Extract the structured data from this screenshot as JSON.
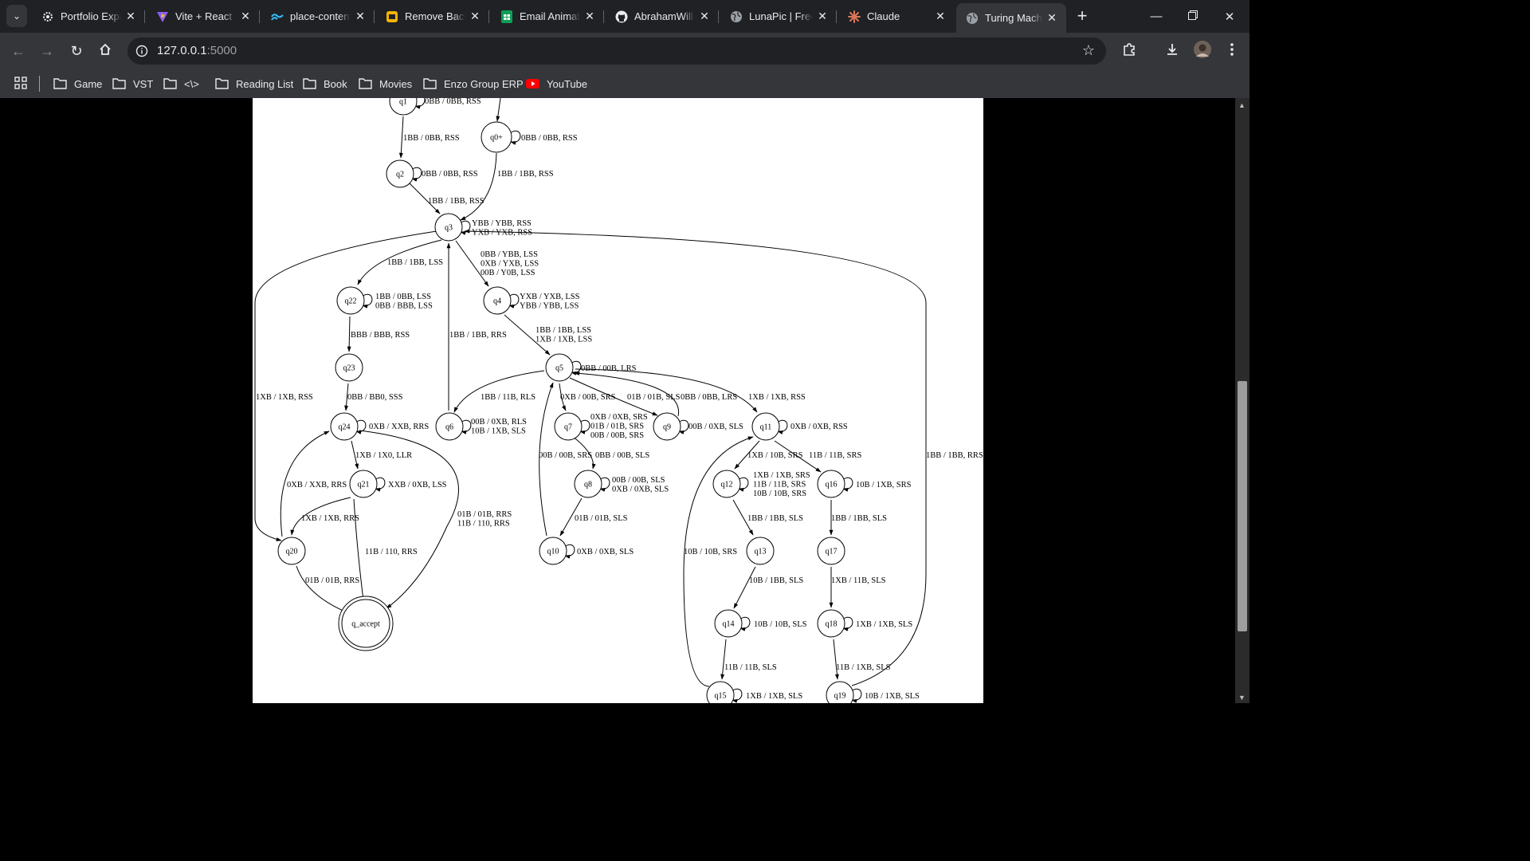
{
  "tabs": [
    {
      "title": "Portfolio Expe",
      "icon": "gear-icon",
      "active": false
    },
    {
      "title": "Vite + React",
      "icon": "vite-icon",
      "active": false
    },
    {
      "title": "place-content",
      "icon": "tailwind-icon",
      "active": false
    },
    {
      "title": "Remove Back",
      "icon": "remove-bg-icon",
      "active": false
    },
    {
      "title": "Email Animat",
      "icon": "sheets-icon",
      "active": false
    },
    {
      "title": "AbrahamWill",
      "icon": "github-icon",
      "active": false
    },
    {
      "title": "LunaPic | Free",
      "icon": "globe-icon",
      "active": false
    },
    {
      "title": "Claude",
      "icon": "claude-icon",
      "active": false
    },
    {
      "title": "Turing Machi",
      "icon": "globe-icon",
      "active": true
    }
  ],
  "address": {
    "host": "127.0.0.1",
    "port": ":5000"
  },
  "bookmarks": [
    "Game",
    "VST",
    "<\\>",
    "Reading List",
    "Book",
    "Movies",
    "Enzo Group ERP",
    "YouTube"
  ],
  "diagram": {
    "states": [
      {
        "id": "q1",
        "label": "q1"
      },
      {
        "id": "q0",
        "label": "q0+"
      },
      {
        "id": "q2",
        "label": "q2"
      },
      {
        "id": "q3",
        "label": "q3"
      },
      {
        "id": "q22",
        "label": "q22"
      },
      {
        "id": "q4",
        "label": "q4"
      },
      {
        "id": "q23",
        "label": "q23"
      },
      {
        "id": "q5",
        "label": "q5"
      },
      {
        "id": "q24",
        "label": "q24"
      },
      {
        "id": "q6",
        "label": "q6"
      },
      {
        "id": "q7",
        "label": "q7"
      },
      {
        "id": "q9",
        "label": "q9"
      },
      {
        "id": "q11",
        "label": "q11"
      },
      {
        "id": "q21",
        "label": "q21"
      },
      {
        "id": "q8",
        "label": "q8"
      },
      {
        "id": "q12",
        "label": "q12"
      },
      {
        "id": "q16",
        "label": "q16"
      },
      {
        "id": "q20",
        "label": "q20"
      },
      {
        "id": "q10",
        "label": "q10"
      },
      {
        "id": "q13",
        "label": "q13"
      },
      {
        "id": "q17",
        "label": "q17"
      },
      {
        "id": "q_accept",
        "label": "q_accept"
      },
      {
        "id": "q14",
        "label": "q14"
      },
      {
        "id": "q18",
        "label": "q18"
      },
      {
        "id": "q15",
        "label": "q15"
      },
      {
        "id": "q19",
        "label": "q19"
      }
    ],
    "edge_labels": [
      {
        "id": "q1-self",
        "lines": [
          "0BB / 0BB, RSS"
        ]
      },
      {
        "id": "q1-q2",
        "lines": [
          "1BB / 0BB, RSS"
        ]
      },
      {
        "id": "q0-self",
        "lines": [
          "0BB / 0BB, RSS"
        ]
      },
      {
        "id": "q0-q3",
        "lines": [
          "1BB / 1BB, RSS"
        ]
      },
      {
        "id": "q2-self",
        "lines": [
          "0BB / 0BB, RSS"
        ]
      },
      {
        "id": "q2-q3",
        "lines": [
          "1BB / 1BB, RSS"
        ]
      },
      {
        "id": "q3-self",
        "lines": [
          "YBB / YBB, RSS",
          "YXB / YXB, RSS"
        ]
      },
      {
        "id": "q3-q22",
        "lines": [
          "1BB / 1BB, LSS"
        ]
      },
      {
        "id": "q3-q4",
        "lines": [
          "0BB / YBB, LSS",
          "0XB / YXB, LSS",
          "00B / Y0B, LSS"
        ]
      },
      {
        "id": "q22-self",
        "lines": [
          "1BB / 0BB, LSS",
          "0BB / BBB, LSS"
        ]
      },
      {
        "id": "q4-self",
        "lines": [
          "YXB / YXB, LSS",
          "YBB / YBB, LSS"
        ]
      },
      {
        "id": "q22-q23",
        "lines": [
          "BBB / BBB, RSS"
        ]
      },
      {
        "id": "q6-q3",
        "lines": [
          "1BB / 1BB, RRS"
        ]
      },
      {
        "id": "q4-q5",
        "lines": [
          "1BB / 1BB, LSS",
          "1XB / 1XB, LSS"
        ]
      },
      {
        "id": "q5-self",
        "lines": [
          "0BB / 00B, LRS"
        ]
      },
      {
        "id": "q23-q24",
        "lines": [
          "0BB / BB0, SSS"
        ]
      },
      {
        "id": "q20-q3",
        "lines": [
          "1XB / 1XB, RSS"
        ]
      },
      {
        "id": "q5-q6",
        "lines": [
          "1BB / 11B, RLS"
        ]
      },
      {
        "id": "q5-q7",
        "lines": [
          "0XB / 00B, SRS"
        ]
      },
      {
        "id": "q5-q9",
        "lines": [
          "01B / 01B, SLS"
        ]
      },
      {
        "id": "q9-q5",
        "lines": [
          "0BB / 0BB, LRS"
        ]
      },
      {
        "id": "q5-q11",
        "lines": [
          "1XB / 1XB, RSS"
        ]
      },
      {
        "id": "q24-self",
        "lines": [
          "0XB / XXB, RRS"
        ]
      },
      {
        "id": "q6-self",
        "lines": [
          "00B / 0XB, RLS",
          "10B / 1XB, SLS"
        ]
      },
      {
        "id": "q7-self",
        "lines": [
          "0XB / 0XB, SRS",
          "01B / 01B, SRS",
          "00B / 00B, SRS"
        ]
      },
      {
        "id": "q9-self",
        "lines": [
          "00B / 0XB, SLS"
        ]
      },
      {
        "id": "q11-self",
        "lines": [
          "0XB / 0XB, RSS"
        ]
      },
      {
        "id": "q24-q21",
        "lines": [
          "1XB / 1X0, LLR"
        ]
      },
      {
        "id": "q10-q5",
        "lines": [
          "00B / 00B, SRS"
        ]
      },
      {
        "id": "q7-q8",
        "lines": [
          "0BB / 00B, SLS"
        ]
      },
      {
        "id": "q11-q12",
        "lines": [
          "1XB / 10B, SRS"
        ]
      },
      {
        "id": "q11-q16",
        "lines": [
          "11B / 11B, SRS"
        ]
      },
      {
        "id": "q20-q24",
        "lines": [
          "0XB / XXB, RRS"
        ]
      },
      {
        "id": "q21-self",
        "lines": [
          "XXB / 0XB, LSS"
        ]
      },
      {
        "id": "q8-self",
        "lines": [
          "00B / 00B, SLS",
          "0XB / 0XB, SLS"
        ]
      },
      {
        "id": "q12-self",
        "lines": [
          "1XB / 1XB, SRS",
          "11B / 11B, SRS",
          "10B / 10B, SRS"
        ]
      },
      {
        "id": "q16-self",
        "lines": [
          "10B / 1XB, SRS"
        ]
      },
      {
        "id": "q24-accept",
        "lines": [
          "01B / 01B, RRS",
          "11B / 110, RRS"
        ]
      },
      {
        "id": "q21-q20",
        "lines": [
          "1XB / 1XB, RRS"
        ]
      },
      {
        "id": "q8-q10",
        "lines": [
          "01B / 01B, SLS"
        ]
      },
      {
        "id": "q12-q13",
        "lines": [
          "1BB / 1BB, SLS"
        ]
      },
      {
        "id": "q16-q17",
        "lines": [
          "1BB / 1BB, SLS"
        ]
      },
      {
        "id": "q21-accept",
        "lines": [
          "11B / 110, RRS"
        ]
      },
      {
        "id": "q10-self",
        "lines": [
          "0XB / 0XB, SLS"
        ]
      },
      {
        "id": "q15-q11",
        "lines": [
          "10B / 10B, SRS"
        ]
      },
      {
        "id": "q19-q3",
        "lines": [
          "1BB / 1BB, RRS"
        ]
      },
      {
        "id": "q20-accept",
        "lines": [
          "01B / 01B, RRS"
        ]
      },
      {
        "id": "q13-q14",
        "lines": [
          "10B / 1BB, SLS"
        ]
      },
      {
        "id": "q17-q18",
        "lines": [
          "1XB / 11B, SLS"
        ]
      },
      {
        "id": "q14-self",
        "lines": [
          "10B / 10B, SLS"
        ]
      },
      {
        "id": "q18-self",
        "lines": [
          "1XB / 1XB, SLS"
        ]
      },
      {
        "id": "q14-q15",
        "lines": [
          "11B / 11B, SLS"
        ]
      },
      {
        "id": "q18-q19",
        "lines": [
          "11B / 1XB, SLS"
        ]
      },
      {
        "id": "q15-self",
        "lines": [
          "1XB / 1XB, SLS"
        ]
      },
      {
        "id": "q19-self",
        "lines": [
          "10B / 1XB, SLS"
        ]
      }
    ]
  }
}
